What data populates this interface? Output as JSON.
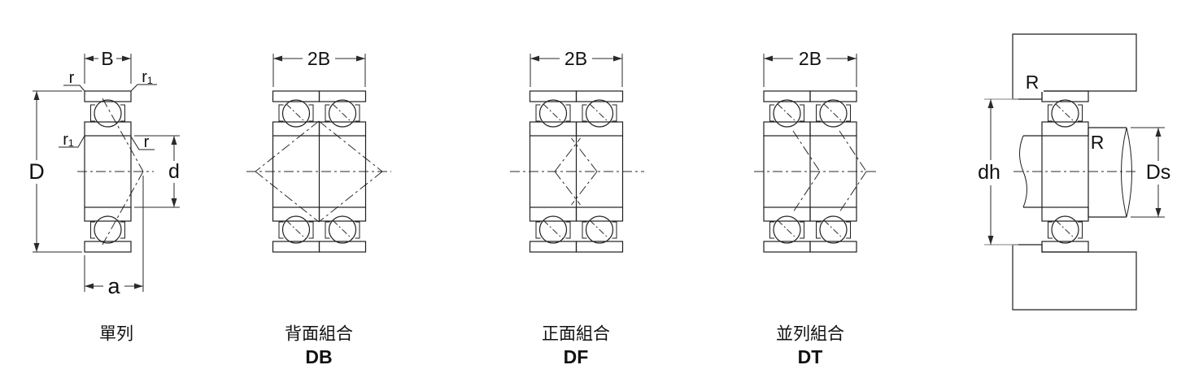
{
  "colors": {
    "line": "#1f1f1f",
    "hatch": "#3a3a3a",
    "extension_gray": "#999999",
    "background": "#ffffff"
  },
  "single_row": {
    "caption": "單列",
    "dim_width": "B",
    "dim_outer_diameter": "D",
    "dim_bore_diameter": "d",
    "dim_load_center_offset": "a",
    "chamfer_top_left": "r",
    "chamfer_top_right": "r₁",
    "chamfer_mid_left": "r₁",
    "chamfer_mid_right": "r"
  },
  "back_to_back": {
    "caption": "背面組合",
    "code": "DB",
    "dim_width": "2B"
  },
  "face_to_face": {
    "caption": "正面組合",
    "code": "DF",
    "dim_width": "2B"
  },
  "tandem": {
    "caption": "並列組合",
    "code": "DT",
    "dim_width": "2B"
  },
  "mounting": {
    "housing_fillet": "R",
    "shaft_fillet": "R",
    "dim_housing_abutment_diameter": "dh",
    "dim_shaft_abutment_diameter": "Ds"
  }
}
